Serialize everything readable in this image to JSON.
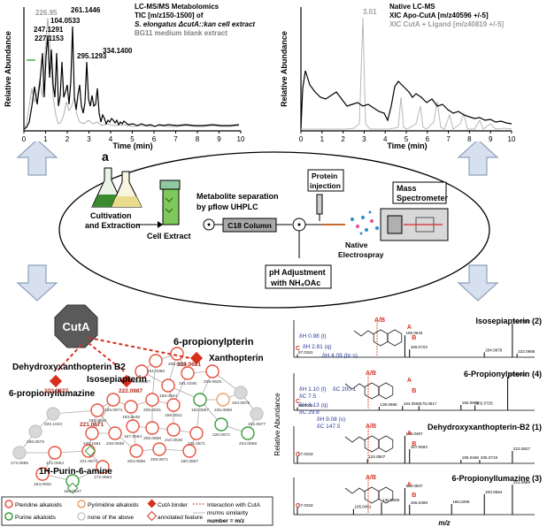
{
  "panel_tl": {
    "title": [
      "LC-MS/MS Metabolomics",
      "TIC [m/z150-1500] of",
      "S. elongatus ΔcutA::kan cell extract",
      "BG11 medium blank extract"
    ],
    "title_colors": [
      "#000000",
      "#000000",
      "#000000",
      "#808080"
    ],
    "peak_labels": [
      {
        "text": "226.95",
        "color": "#9a9a9a"
      },
      {
        "text": "104.0533",
        "color": "#000000"
      },
      {
        "text": "247.1291",
        "color": "#000000"
      },
      {
        "text": "227.1153",
        "color": "#000000"
      },
      {
        "text": "261.1446",
        "color": "#000000"
      },
      {
        "text": "295.1293",
        "color": "#000000"
      },
      {
        "text": "334.1400",
        "color": "#000000"
      }
    ],
    "ylabel": "Relative Abundance",
    "xlabel": "Time (min)",
    "xticks": [
      "0",
      "1",
      "2",
      "3",
      "4",
      "5",
      "6",
      "7",
      "8",
      "9",
      "10"
    ]
  },
  "panel_tr": {
    "title": [
      "Native LC-MS",
      "XIC Apo-CutA [m/z40596 +/-5]",
      "XIC CutA + Ligand [m/z40819 +/-5]"
    ],
    "title_colors": [
      "#000000",
      "#000000",
      "#9a9a9a"
    ],
    "peak_label": "3.01",
    "ylabel": "Relative Abundance",
    "xlabel": "Time (min)",
    "xticks": [
      "0",
      "1",
      "2",
      "3",
      "4",
      "5",
      "6",
      "7",
      "8",
      "9",
      "10"
    ]
  },
  "workflow": {
    "panel_letter": "a",
    "cultivation": [
      "Cultivation",
      "and Extraction"
    ],
    "cell_extract": "Cell Extract",
    "separation": [
      "Metabolite separation",
      "by µflow UHPLC"
    ],
    "column": "C18 Column",
    "injection": [
      "Protein",
      "injection"
    ],
    "electrospray": [
      "Native",
      "Electrospray"
    ],
    "ms": [
      "Mass",
      "Spectrometer"
    ],
    "ph": [
      "pH Adjustment",
      "with NH₄OAc"
    ]
  },
  "network": {
    "cuta": "CutA",
    "node_labels": [
      "6-propionylpterin",
      "Xanthopterin",
      "Dehydroxyxanthopterin B2",
      "Isosepiapterin",
      "6-propionyllumazine",
      "1H-Purin-6-amine"
    ],
    "feature_labels": [
      "220.0681",
      "223.0827",
      "222.0987",
      "221.0671"
    ],
    "mz_labels": [
      "206.0674",
      "191.0346",
      "208.0825",
      "181.0356",
      "210.0827",
      "165.0944",
      "182.0567",
      "225.0666",
      "220.0671",
      "194.0678",
      "192.0677",
      "203.0668",
      "158.0911",
      "208.0831",
      "193.0648",
      "236.0974",
      "195.0646",
      "167.0564",
      "206.0666",
      "210.0648",
      "221.0671",
      "180.0667",
      "209.0671",
      "203.0685",
      "238.0936",
      "445.1581",
      "220.1023",
      "186.0675",
      "172.0665",
      "172.0064",
      "164.0932",
      "165.0647",
      "172.0663",
      "221.0671"
    ],
    "legend": [
      "Pteridine alkaloids",
      "Pyrimidine alkaloids",
      "CutA binder",
      "Interaction with CutA",
      "Purine alkaloids",
      "none of the above",
      "annotated feature",
      "ms/ms similarity",
      "number = m/z"
    ],
    "colors": {
      "pteridine": "#e8513d",
      "purine": "#3b9a3b",
      "pyrimidine": "#f0a060",
      "none": "#c8c8c8",
      "binder": "#d7301f"
    }
  },
  "spectra": {
    "ylabel": "Relative Abundance",
    "xlabel": "m/z",
    "titles": [
      "Isosepiapterin (2)",
      "6-Propionylpterin (4)",
      "Dehydroxyxanthopterin-B2 (1)",
      "6-Propionyllumazine (3)"
    ],
    "nmr_1": [
      "δH 0.98 (t)",
      "δH 2.81 (q)",
      "δH 4.09 (br s)"
    ],
    "nmr_2": [
      "δH 1.10 (t)",
      "δC 7.5",
      "δC 200.1",
      "δH 3.13 (q)",
      "δC 29.8",
      "δH 9.08 (s)",
      "δC 147.5"
    ],
    "peaks": [
      {
        "labels": [
          "57.0341",
          "165.0644",
          "166.0723",
          "204.0879",
          "222.0984",
          "222.0985"
        ]
      },
      {
        "labels": [
          "56.9002",
          "138.0666",
          "164.0560",
          "175.0617",
          "192.0985",
          "202.0725",
          "220.0830"
        ]
      },
      {
        "labels": [
          "57.0343",
          "124.0507",
          "166.0487",
          "167.0593",
          "195.0468",
          "205.0719",
          "223.0827"
        ]
      },
      {
        "labels": [
          "57.0343",
          "105.0491",
          "132.0559",
          "160.0507",
          "165.0468",
          "196.0299",
          "203.0564",
          "221.0669"
        ]
      }
    ],
    "frag_letters": [
      "A",
      "B",
      "C",
      "A/B",
      "1",
      "2",
      "3"
    ]
  }
}
